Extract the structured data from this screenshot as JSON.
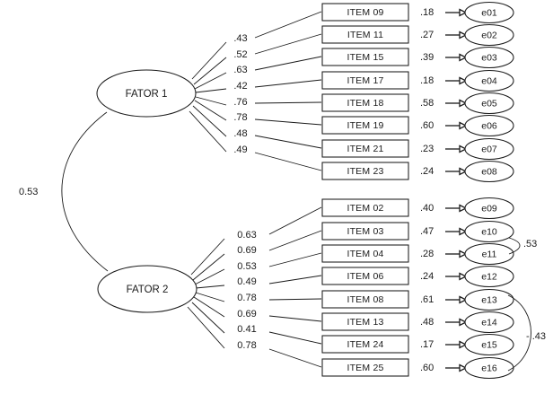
{
  "diagram": {
    "type": "sem-path-diagram",
    "title": "",
    "background_color": "#ffffff",
    "stroke_color": "#1a1a1a",
    "factors": [
      {
        "id": "factor-1",
        "label": "FATOR 1",
        "indicators": [
          {
            "item": "ITEM 09",
            "loading": ".43",
            "residual": ".18",
            "error": "e01"
          },
          {
            "item": "ITEM 11",
            "loading": ".52",
            "residual": ".27",
            "error": "e02"
          },
          {
            "item": "ITEM 15",
            "loading": ".63",
            "residual": ".39",
            "error": "e03"
          },
          {
            "item": "ITEM 17",
            "loading": ".42",
            "residual": ".18",
            "error": "e04"
          },
          {
            "item": "ITEM 18",
            "loading": ".76",
            "residual": ".58",
            "error": "e05"
          },
          {
            "item": "ITEM 19",
            "loading": ".78",
            "residual": ".60",
            "error": "e06"
          },
          {
            "item": "ITEM 21",
            "loading": ".48",
            "residual": ".23",
            "error": "e07"
          },
          {
            "item": "ITEM 23",
            "loading": ".49",
            "residual": ".24",
            "error": "e08"
          }
        ]
      },
      {
        "id": "factor-2",
        "label": "FATOR 2",
        "indicators": [
          {
            "item": "ITEM 02",
            "loading": "0.63",
            "residual": ".40",
            "error": "e09"
          },
          {
            "item": "ITEM 03",
            "loading": "0.69",
            "residual": ".47",
            "error": "e10"
          },
          {
            "item": "ITEM 04",
            "loading": "0.53",
            "residual": ".28",
            "error": "e11"
          },
          {
            "item": "ITEM 06",
            "loading": "0.49",
            "residual": ".24",
            "error": "e12"
          },
          {
            "item": "ITEM 08",
            "loading": "0.78",
            "residual": ".61",
            "error": "e13"
          },
          {
            "item": "ITEM 13",
            "loading": "0.69",
            "residual": ".48",
            "error": "e14"
          },
          {
            "item": "ITEM 24",
            "loading": "0.41",
            "residual": ".17",
            "error": "e15"
          },
          {
            "item": "ITEM 25",
            "loading": "0.78",
            "residual": ".60",
            "error": "e16"
          }
        ]
      }
    ],
    "factor_correlation": {
      "label": "0.53",
      "from": "FATOR 1",
      "to": "FATOR 2"
    },
    "error_correlations": [
      {
        "label": ".53",
        "from": "e10",
        "to": "e11"
      },
      {
        "label": "- .43",
        "from": "e13",
        "to": "e16"
      }
    ]
  },
  "chart_data": {
    "type": "diagram",
    "title": "Two-factor confirmatory factor analysis path diagram",
    "latent_variables": [
      "FATOR 1",
      "FATOR 2"
    ],
    "factor_correlation": 0.53,
    "series": [
      {
        "name": "FATOR 1",
        "categories": [
          "ITEM 09",
          "ITEM 11",
          "ITEM 15",
          "ITEM 17",
          "ITEM 18",
          "ITEM 19",
          "ITEM 21",
          "ITEM 23"
        ],
        "loadings": [
          0.43,
          0.52,
          0.63,
          0.42,
          0.76,
          0.78,
          0.48,
          0.49
        ],
        "residuals": [
          0.18,
          0.27,
          0.39,
          0.18,
          0.58,
          0.6,
          0.23,
          0.24
        ],
        "error_terms": [
          "e01",
          "e02",
          "e03",
          "e04",
          "e05",
          "e06",
          "e07",
          "e08"
        ]
      },
      {
        "name": "FATOR 2",
        "categories": [
          "ITEM 02",
          "ITEM 03",
          "ITEM 04",
          "ITEM 06",
          "ITEM 08",
          "ITEM 13",
          "ITEM 24",
          "ITEM 25"
        ],
        "loadings": [
          0.63,
          0.69,
          0.53,
          0.49,
          0.78,
          0.69,
          0.41,
          0.78
        ],
        "residuals": [
          0.4,
          0.47,
          0.28,
          0.24,
          0.61,
          0.48,
          0.17,
          0.6
        ],
        "error_terms": [
          "e09",
          "e10",
          "e11",
          "e12",
          "e13",
          "e14",
          "e15",
          "e16"
        ]
      }
    ],
    "error_covariances": [
      {
        "between": [
          "e10",
          "e11"
        ],
        "value": 0.53
      },
      {
        "between": [
          "e13",
          "e16"
        ],
        "value": -0.43
      }
    ]
  }
}
